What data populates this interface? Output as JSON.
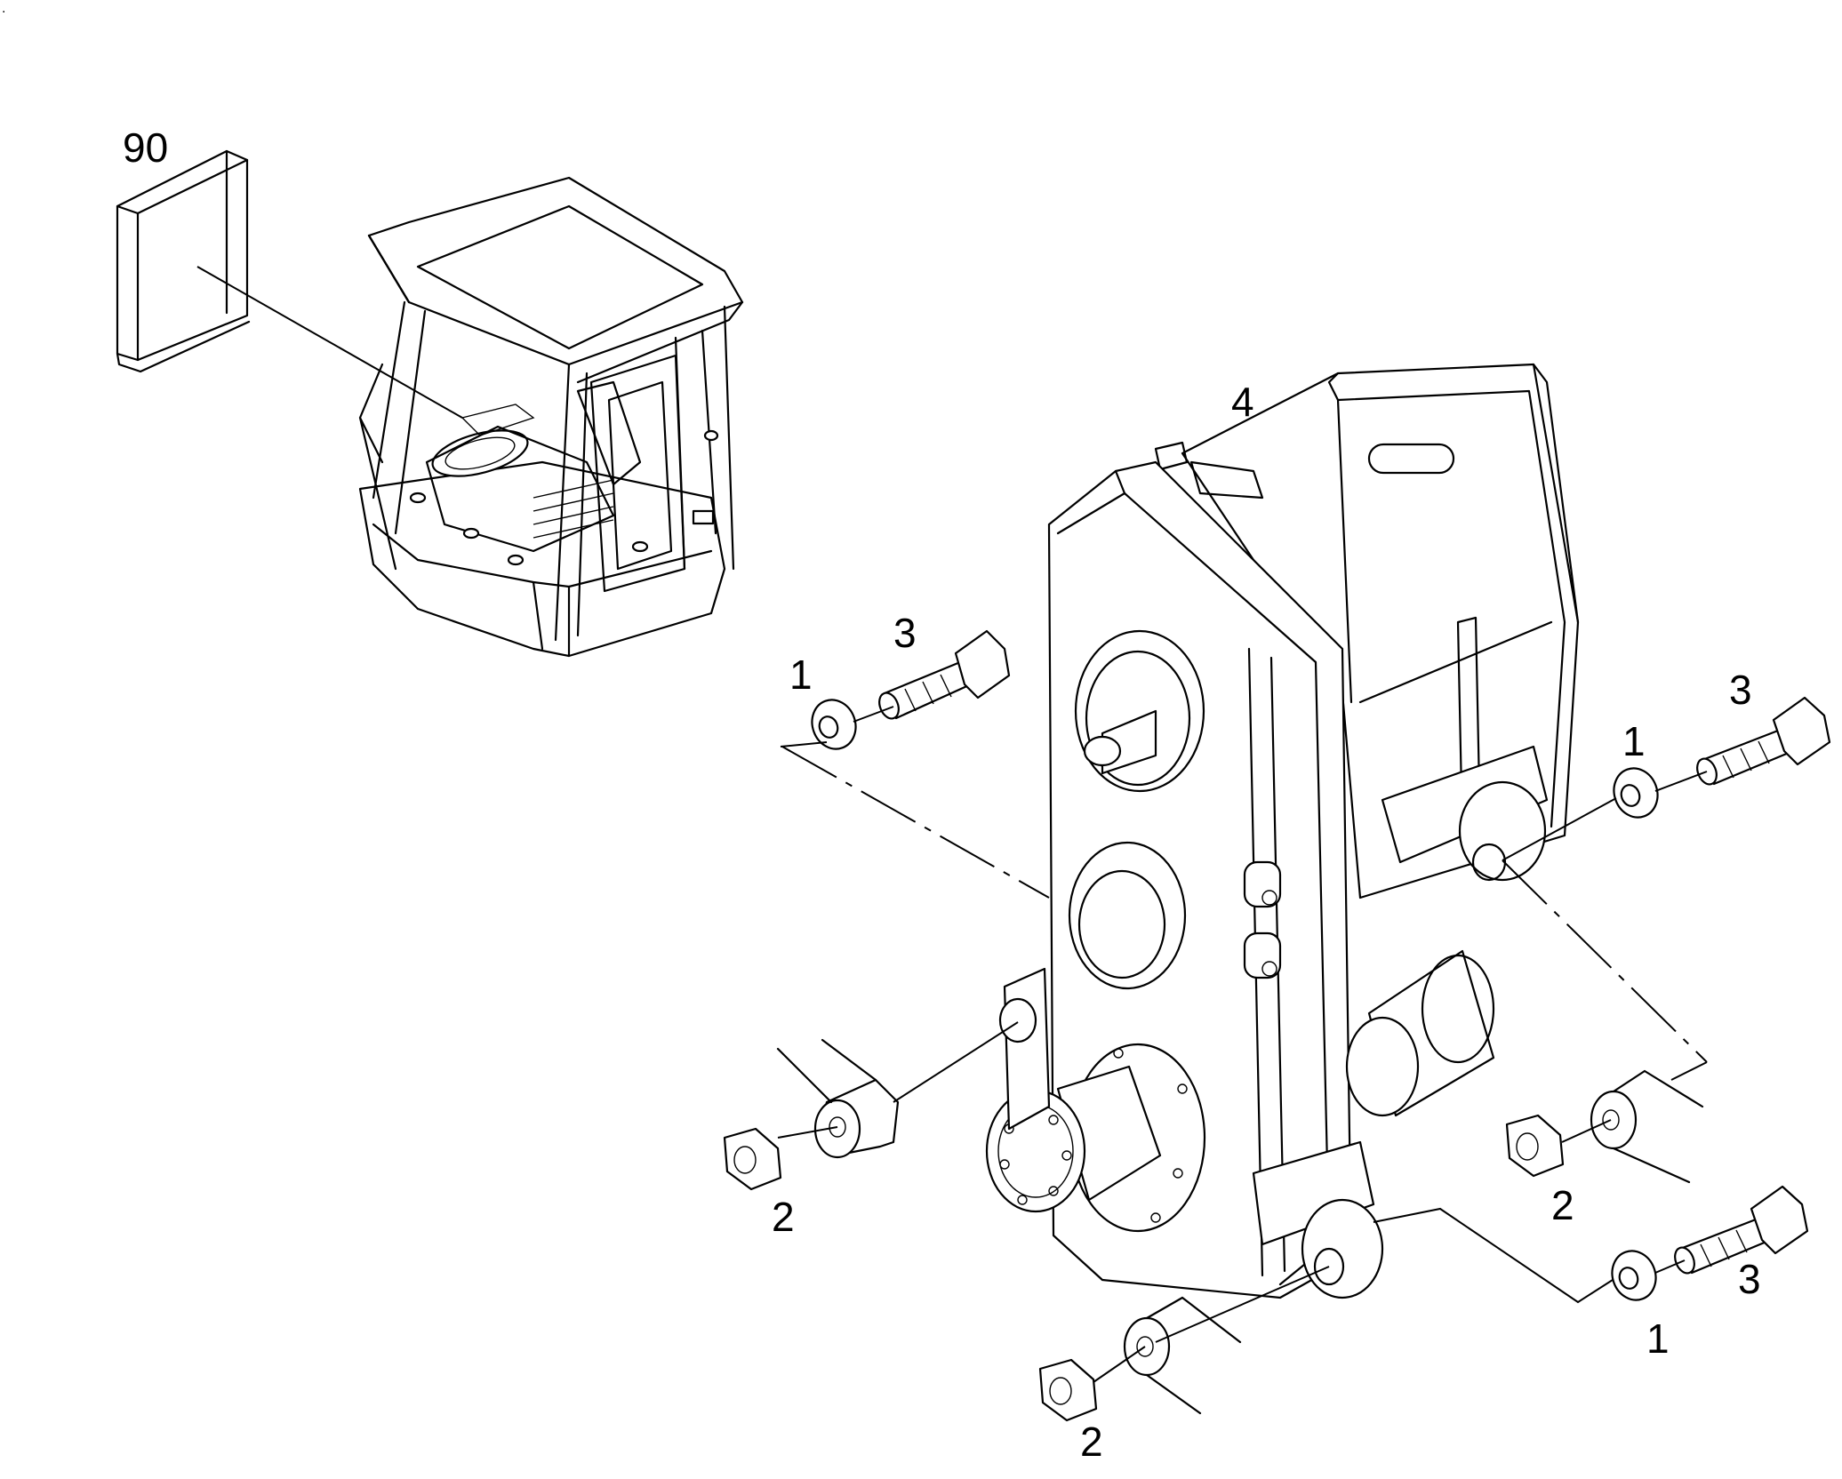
{
  "corner_mark": ".",
  "callouts": {
    "cab": "90",
    "transmission": "4",
    "washer_upper_left": "1",
    "bolt_upper_left": "3",
    "washer_upper_right": "1",
    "bolt_upper_right": "3",
    "nut_left": "2",
    "nut_right": "2",
    "nut_bottom": "2",
    "bolt_lower_right": "3",
    "washer_lower_right": "1"
  }
}
